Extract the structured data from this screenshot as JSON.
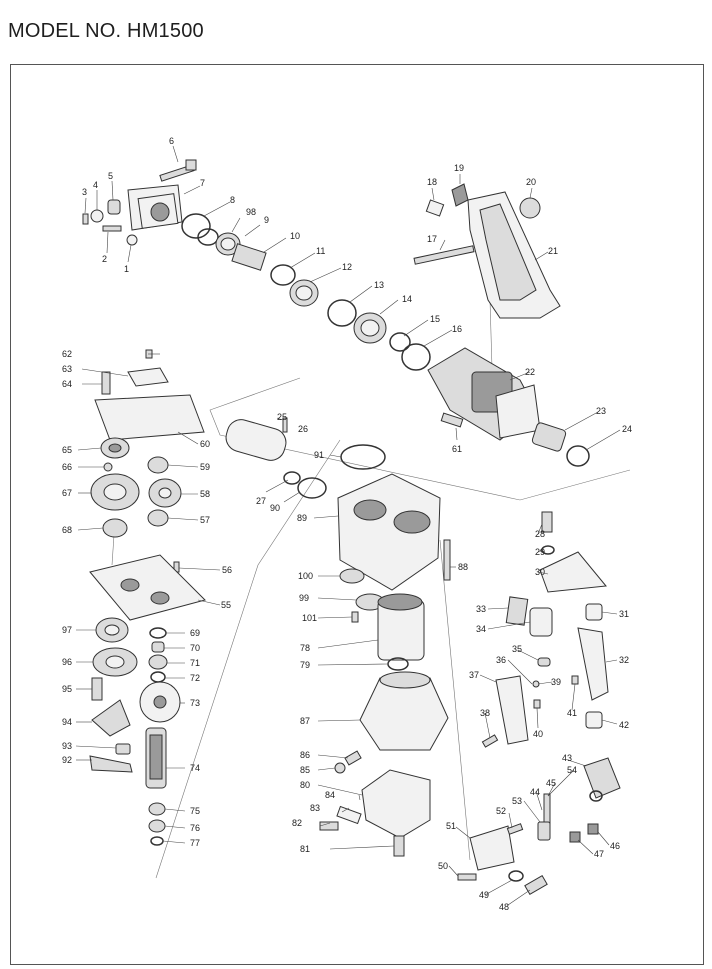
{
  "title": "MODEL NO. HM1500",
  "parts": [
    "1",
    "2",
    "3",
    "4",
    "5",
    "6",
    "7",
    "8",
    "9",
    "10",
    "11",
    "12",
    "13",
    "14",
    "15",
    "16",
    "17",
    "18",
    "19",
    "20",
    "21",
    "22",
    "23",
    "24",
    "25",
    "26",
    "27",
    "28",
    "29",
    "30",
    "31",
    "32",
    "33",
    "34",
    "35",
    "36",
    "37",
    "38",
    "39",
    "40",
    "41",
    "42",
    "43",
    "44",
    "45",
    "46",
    "47",
    "48",
    "49",
    "50",
    "51",
    "52",
    "53",
    "54",
    "55",
    "56",
    "57",
    "58",
    "59",
    "60",
    "61",
    "62",
    "63",
    "64",
    "65",
    "66",
    "67",
    "68",
    "69",
    "70",
    "71",
    "72",
    "73",
    "74",
    "75",
    "76",
    "77",
    "78",
    "79",
    "80",
    "81",
    "82",
    "83",
    "84",
    "85",
    "86",
    "87",
    "88",
    "89",
    "90",
    "91",
    "92",
    "93",
    "94",
    "95",
    "96",
    "97",
    "98",
    "99",
    "100",
    "101"
  ]
}
